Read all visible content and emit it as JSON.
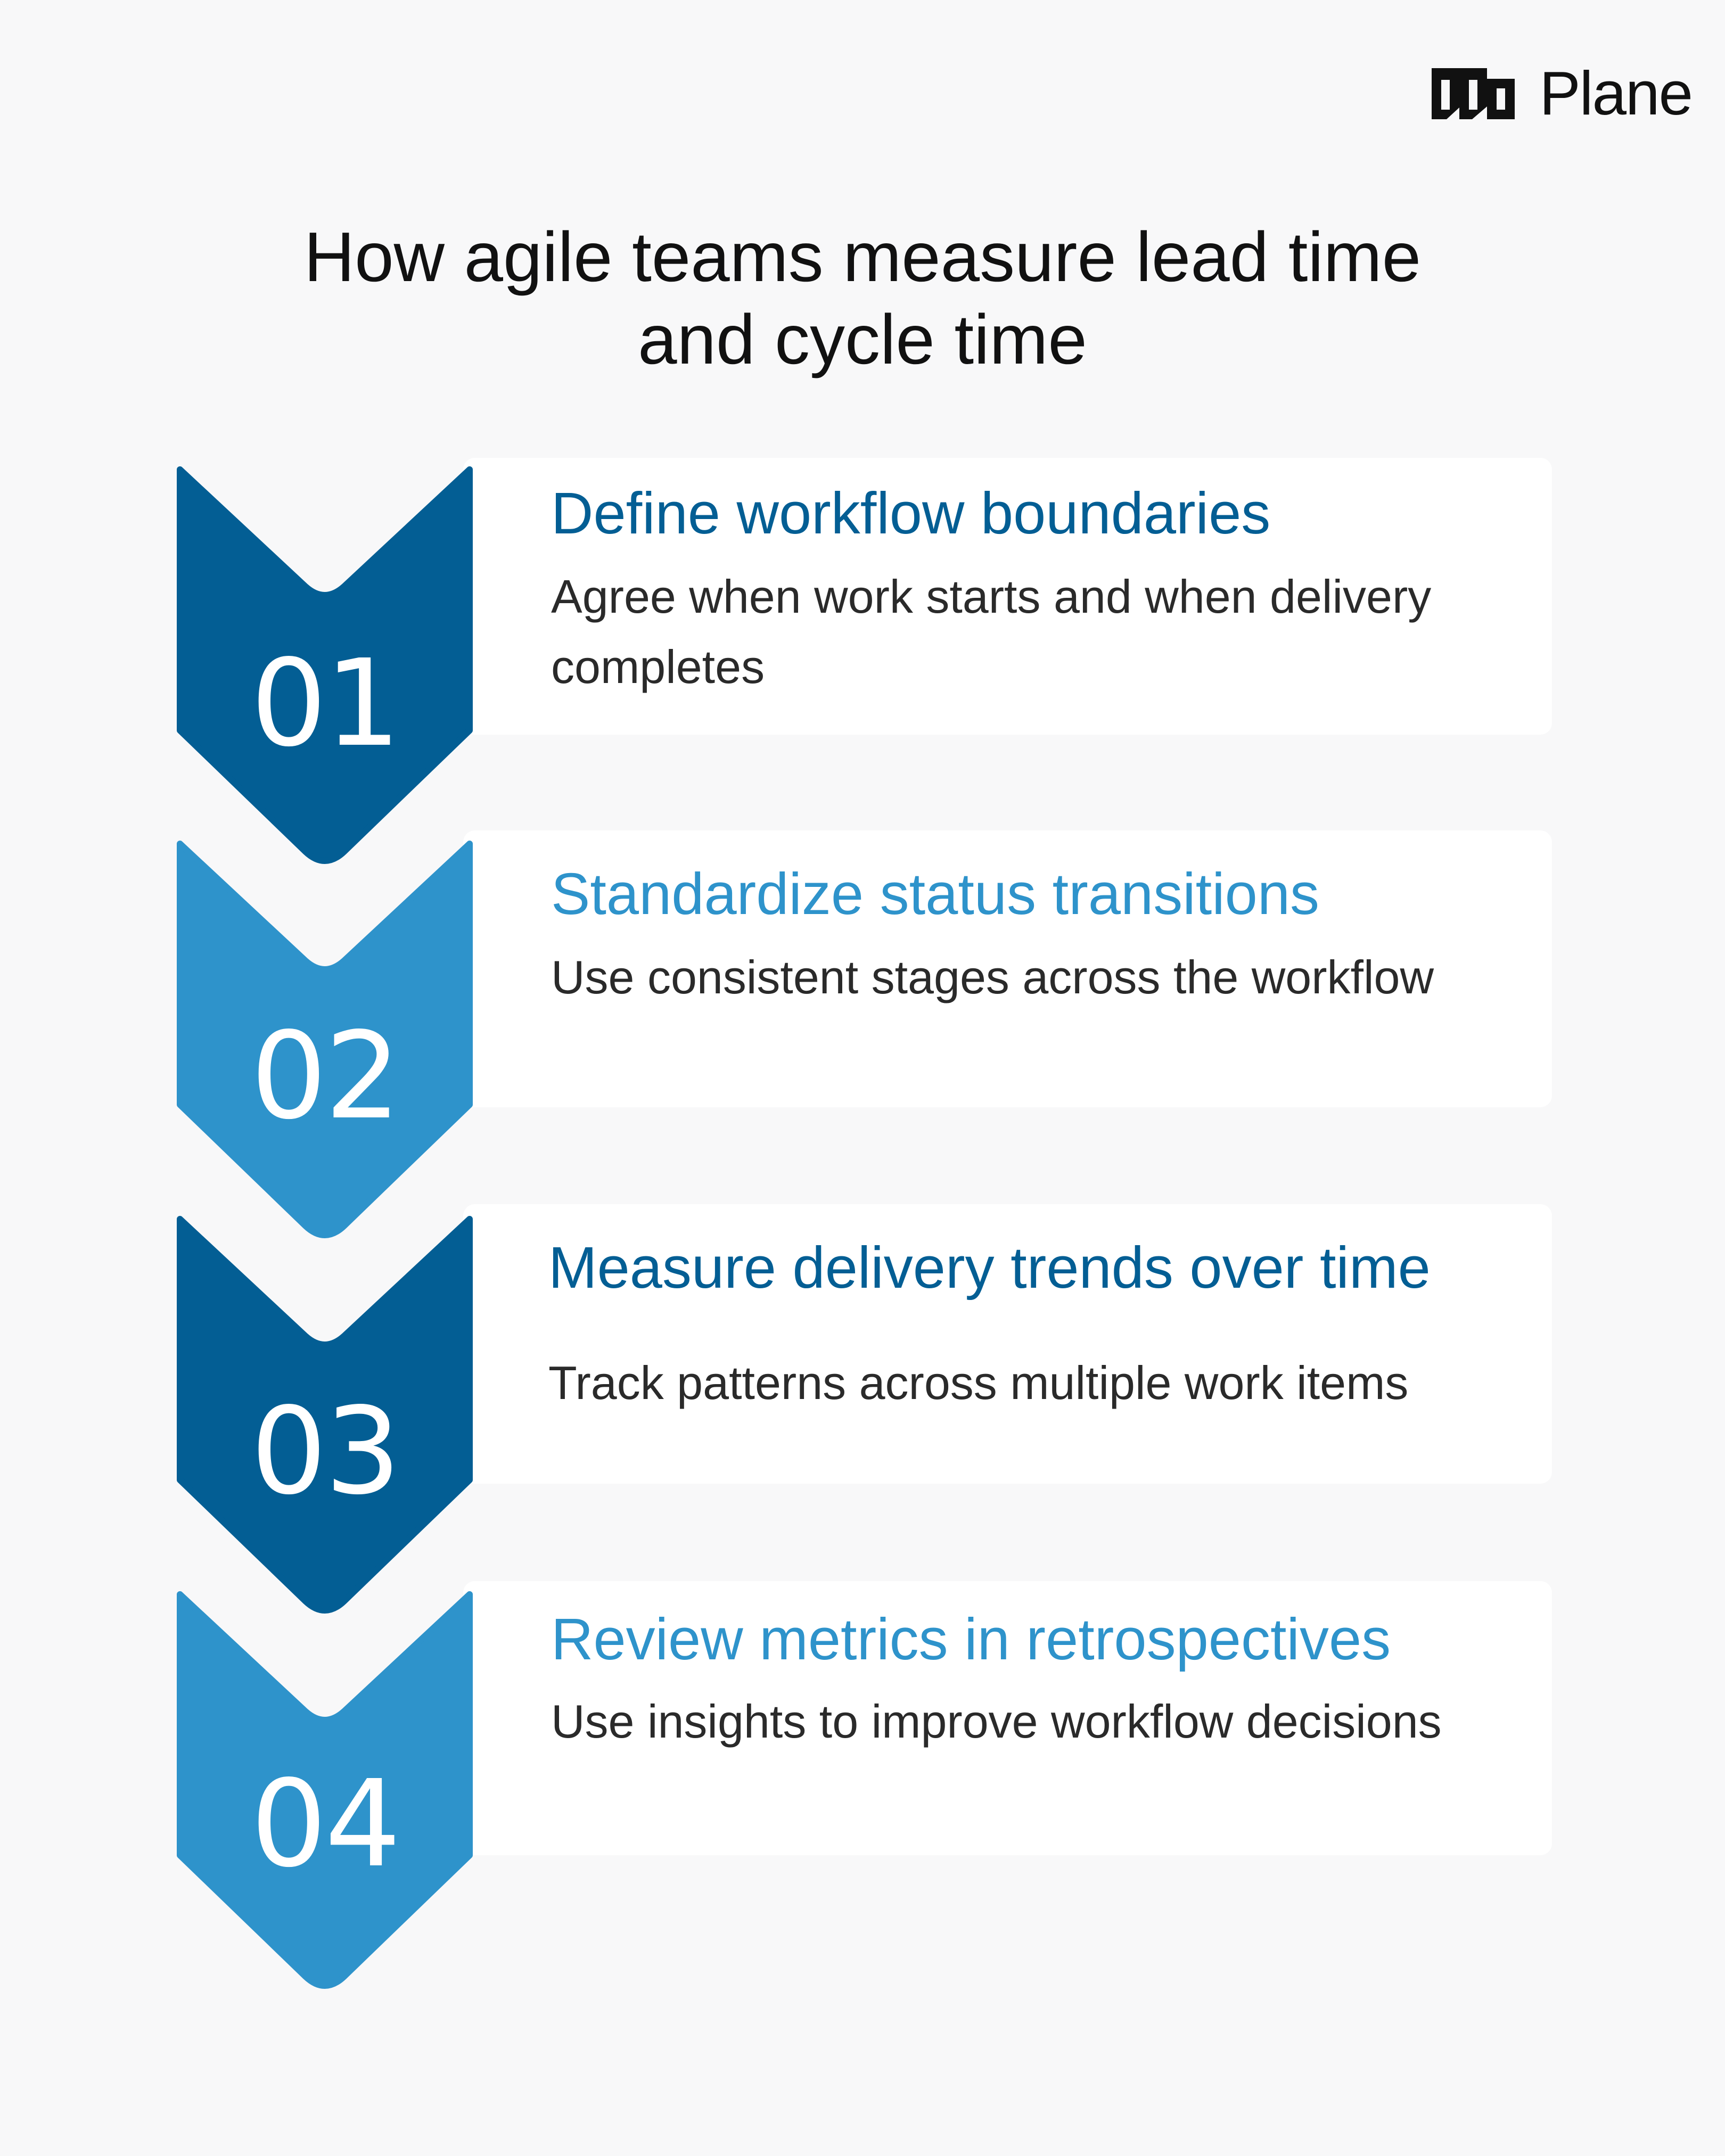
{
  "brand": {
    "name": "Plane",
    "logo_icon": "plane-logo-icon"
  },
  "title": {
    "line1": "How agile teams measure lead time",
    "line2": "and cycle time"
  },
  "colors": {
    "background": "#f8f8f9",
    "dark_blue": "#035e94",
    "light_blue": "#2e93cb",
    "card": "#ffffff"
  },
  "steps": [
    {
      "number": "01",
      "title": "Define workflow boundaries",
      "description": "Agree when work starts and when delivery completes",
      "color": "#035e94"
    },
    {
      "number": "02",
      "title": "Standardize status transitions",
      "description": "Use consistent stages across the workflow",
      "color": "#2e93cb"
    },
    {
      "number": "03",
      "title": "Measure delivery trends over time",
      "description": "Track patterns across multiple work items",
      "color": "#035e94"
    },
    {
      "number": "04",
      "title": "Review metrics in retrospectives",
      "description": "Use insights to improve workflow decisions",
      "color": "#2e93cb"
    }
  ]
}
